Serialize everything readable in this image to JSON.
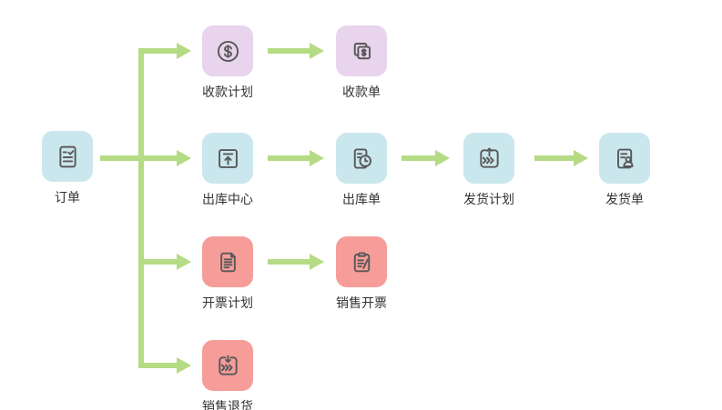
{
  "diagram": {
    "nodes": [
      {
        "id": "order",
        "label": "订单",
        "icon": "order-checklist-icon",
        "color": "blue"
      },
      {
        "id": "payment-plan",
        "label": "收款计划",
        "icon": "dollar-circle-icon",
        "color": "purple"
      },
      {
        "id": "payment-receipt",
        "label": "收款单",
        "icon": "dollar-copy-icon",
        "color": "purple"
      },
      {
        "id": "outbound-center",
        "label": "出库中心",
        "icon": "upload-box-icon",
        "color": "blue"
      },
      {
        "id": "outbound-order",
        "label": "出库单",
        "icon": "doc-clock-icon",
        "color": "blue"
      },
      {
        "id": "shipping-plan",
        "label": "发货计划",
        "icon": "dispatch-out-icon",
        "color": "blue"
      },
      {
        "id": "shipping-order",
        "label": "发货单",
        "icon": "doc-person-icon",
        "color": "blue"
      },
      {
        "id": "invoice-plan",
        "label": "开票计划",
        "icon": "doc-fold-icon",
        "color": "red"
      },
      {
        "id": "sales-invoice",
        "label": "销售开票",
        "icon": "clipboard-pen-icon",
        "color": "red"
      },
      {
        "id": "sales-return",
        "label": "销售退货",
        "icon": "dispatch-in-icon",
        "color": "red"
      }
    ],
    "edges": [
      {
        "from": "order",
        "to": "payment-plan"
      },
      {
        "from": "order",
        "to": "outbound-center"
      },
      {
        "from": "order",
        "to": "invoice-plan"
      },
      {
        "from": "order",
        "to": "sales-return"
      },
      {
        "from": "payment-plan",
        "to": "payment-receipt"
      },
      {
        "from": "outbound-center",
        "to": "outbound-order"
      },
      {
        "from": "outbound-order",
        "to": "shipping-plan"
      },
      {
        "from": "shipping-plan",
        "to": "shipping-order"
      },
      {
        "from": "invoice-plan",
        "to": "sales-invoice"
      }
    ],
    "colors": {
      "node_blue": "#cbe7ee",
      "node_purple": "#e8d4ec",
      "node_red": "#f69d99",
      "arrow_green": "#b5db84",
      "icon_stroke": "#595959",
      "label_text": "#333333",
      "background": "#ffffff"
    }
  }
}
